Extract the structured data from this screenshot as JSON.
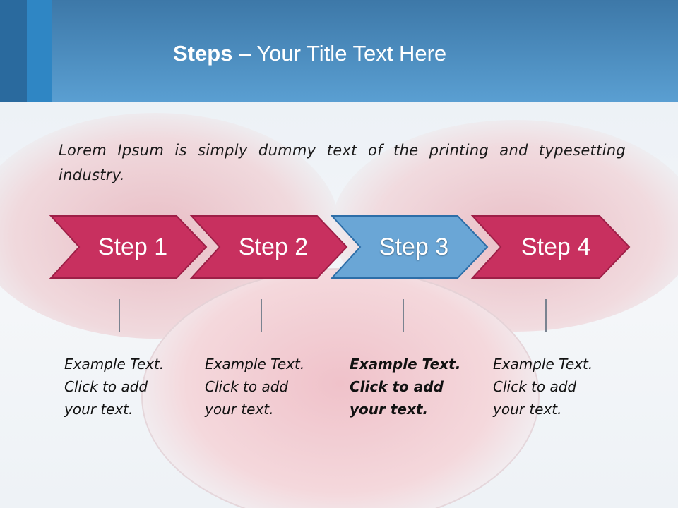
{
  "header": {
    "title_bold": "Steps",
    "title_rest": " – Your Title Text Here"
  },
  "intro": "Lorem Ipsum is simply dummy text of the printing and typesetting industry.",
  "colors": {
    "step_default": "#c8305f",
    "step_active": "#6aa6d6",
    "header": "#4f92c8"
  },
  "steps": [
    {
      "label": "Step 1",
      "active": false,
      "note": [
        "Example Text.",
        "Click  to add",
        "your text."
      ]
    },
    {
      "label": "Step 2",
      "active": false,
      "note": [
        "Example Text.",
        "Click  to add",
        "your text."
      ]
    },
    {
      "label": "Step 3",
      "active": true,
      "note": [
        "Example Text.",
        "Click  to add",
        "your text."
      ]
    },
    {
      "label": "Step 4",
      "active": false,
      "note": [
        "Example Text.",
        "Click  to add",
        "your text."
      ]
    }
  ]
}
